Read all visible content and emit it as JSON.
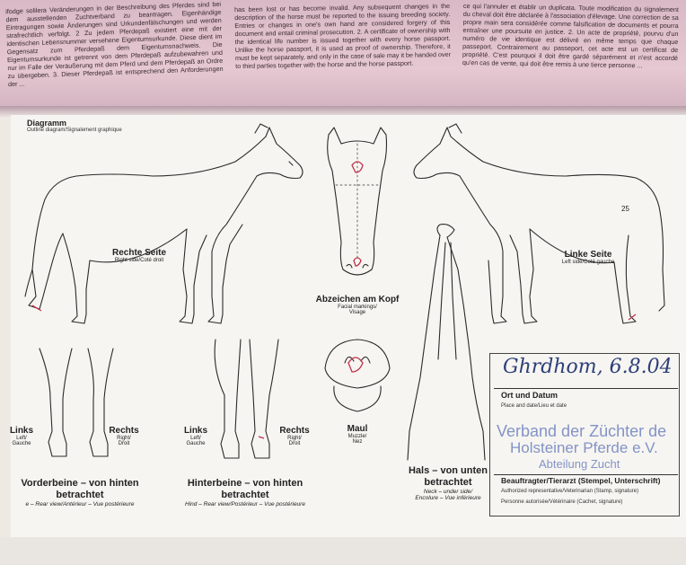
{
  "top_text": {
    "col1": "ifodge solilera Veränderungen in der Beschreibung des Pferdes sind bei dem ausstellenden Zuchtverband zu beantragen. Eigenhändige Eintragungen sowie Änderungen sind Urkundenfälschungen und werden strafrechtlich verfolgt. 2 Zu jedem Pferdepaß existiert eine mit der identischen Lebensnummer versehene Eigentumsurkunde. Diese dient im Gegensatz zum Pferdepaß dem Eigentumsnachweis. Die Eigentumsurkunde ist getrennt von dem Pferdepaß aufzubewahren und nur im Falle der Veräußerung mit dem Pferd und dem Pferdepaß an Ordre zu übergeben. 3. Dieser Pferdepaß ist entsprechend den Anforderungen der ...",
    "col2": "has been lost or has become invalid. Any subsequent changes in the description of the horse must be reported to the issuing breeding society. Entries or changes in one's own hand are considered forgery of this document and entail criminal prosecution. 2. A certificate of ownership with the identical life number is issued together with every horse passport. Unlike the horse passport, it is used as proof of ownership. Therefore, it must be kept separately, and only in the case of sale may it be handed over to third parties together with the horse and the horse passport.",
    "col3": "ce qui l'annuler et établir un duplicata. Toute modification du signalement du cheval doit être déclarée à l'association d'élevage. Une correction de sa propre main sera considérée comme falsification de documents et pourra entraîner une poursuite en justice. 2. Un acte de propriété, pourvu d'un numéro de vie identique est délivré en même temps que chaque passeport. Contrairement au passeport, cet acte est un certificat de propriété. C'est pourquoi il doit être gardé séparément et n'est accordé qu'en cas de vente, qui doit être remis à une tierce personne ..."
  },
  "header": {
    "title": "Diagramm",
    "subtitle": "Outline diagram/Signalement graphique"
  },
  "labels": {
    "right_side": {
      "main": "Rechte Seite",
      "sub": "Right side/Coté droit"
    },
    "left_side": {
      "main": "Linke Seite",
      "sub": "Left side/Coté gauche"
    },
    "head": {
      "main": "Abzeichen am Kopf",
      "sub1": "Facial markings/",
      "sub2": "Visage"
    },
    "muzzle": {
      "main": "Maul",
      "sub1": "Muzzle/",
      "sub2": "Nez"
    },
    "front_links": {
      "main": "Links",
      "sub1": "Left/",
      "sub2": "Gauche"
    },
    "front_rechts": {
      "main": "Rechts",
      "sub1": "Right/",
      "sub2": "Droit"
    },
    "hind_links": {
      "main": "Links",
      "sub1": "Left/",
      "sub2": "Gauche"
    },
    "hind_rechts": {
      "main": "Rechts",
      "sub1": "Right/",
      "sub2": "Droit"
    }
  },
  "captions": {
    "forelegs": {
      "line1": "Vorderbeine – von hinten",
      "line2": "betrachtet",
      "sub": "e – Rear view/Antérieur – Vue postérieure"
    },
    "hindlegs": {
      "line1": "Hinterbeine – von hinten",
      "line2": "betrachtet",
      "sub": "Hind – Rear view/Postérieur – Vue postérieure"
    },
    "neck": {
      "line1": "Hals – von unten",
      "line2": "betrachtet",
      "sub1": "Neck – under side/",
      "sub2": "Encolure – Vue inférieure"
    }
  },
  "marking_text": "25",
  "signature": {
    "handwritten": "Ghrdhom, 6.8.04",
    "place_label": "Ort und Datum",
    "place_sub": "Place and date/Lieu et date",
    "stamp_line1": "Verband der Züchter de",
    "stamp_line2": "Holsteiner Pferde e.V.",
    "stamp_line3": "Abteilung Zucht",
    "official_label": "Beauftragter/Tierarzt (Stempel, Unterschrift)",
    "official_sub_en": "Authorized representative/Veterinarian (Stamp, signature)",
    "official_sub_fr": "Personne autorisée/Vétérinaire (Cachet, signature)"
  },
  "colors": {
    "page": "#f7f5f1",
    "pink_page": "#e3c4cf",
    "ink": "#2a2a2a",
    "marking_red": "#c0304a",
    "stamp_blue": "#6e82c0"
  }
}
